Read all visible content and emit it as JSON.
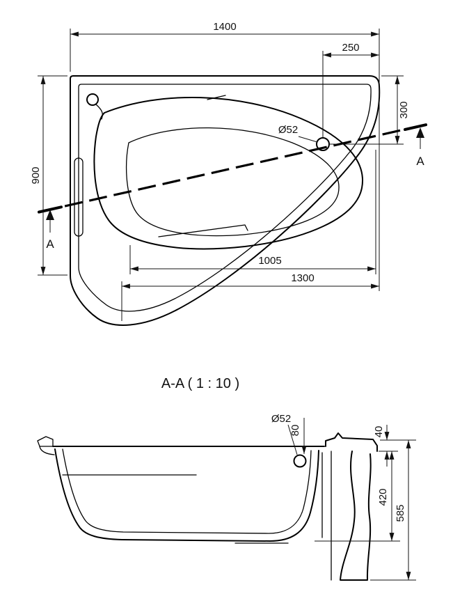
{
  "page": {
    "background": "#ffffff",
    "line_color": "#111111"
  },
  "top_view": {
    "dims": {
      "width_total": "1400",
      "drain_from_right": "250",
      "drain_from_top": "300",
      "depth_total": "900",
      "drain_diameter": "Ø52",
      "inner_length": "1005",
      "front_length": "1300"
    },
    "section_marker_left": "A",
    "section_marker_right": "A"
  },
  "section_view": {
    "title": "A-A ( 1 : 10 )",
    "dims": {
      "drain_diameter": "Ø52",
      "drain_offset": "80",
      "rim_height": "40",
      "inner_depth": "420",
      "total_height": "585"
    }
  }
}
